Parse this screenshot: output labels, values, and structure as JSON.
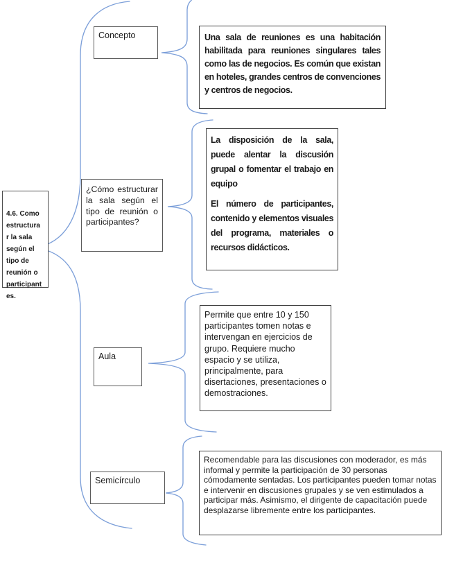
{
  "colors": {
    "connector_blue": "#7C9FD9",
    "node_border_gray": "#595959",
    "desc_border_gray": "#3f3f3f"
  },
  "root": {
    "label": "4.6. Como\nestructura\nr la sala\nsegún el\ntipo de\nreunión o\nparticipant\nes."
  },
  "branches": [
    {
      "label": "Concepto",
      "paragraphs": [
        "Una sala de reuniones es una habitación habilitada para reuniones singulares tales como las de negocios. Es común que existan en hoteles, grandes centros de convenciones y centros de negocios."
      ]
    },
    {
      "label": "¿Cómo estructurar la sala según el tipo de reunión o participantes?",
      "paragraphs": [
        "La disposición de la sala, puede alentar la discusión grupal o fomentar el trabajo en equipo",
        "El número de participantes, contenido y elementos visuales del programa, materiales o recursos didácticos."
      ]
    },
    {
      "label": "Aula",
      "paragraphs": [
        "Permite que entre 10 y 150 participantes tomen notas e intervengan en ejercicios de grupo. Requiere mucho espacio y se utiliza, principalmente, para disertaciones, presentaciones o demostraciones."
      ]
    },
    {
      "label": "Semicírculo",
      "paragraphs": [
        "Recomendable para las discusiones con moderador, es más informal y permite la participación de 30 personas cómodamente sentadas. Los participantes pueden tomar notas e intervenir en discusiones grupales y se ven estimulados a participar más. Asimismo, el dirigente de capacitación puede desplazarse libremente entre los participantes."
      ]
    }
  ]
}
